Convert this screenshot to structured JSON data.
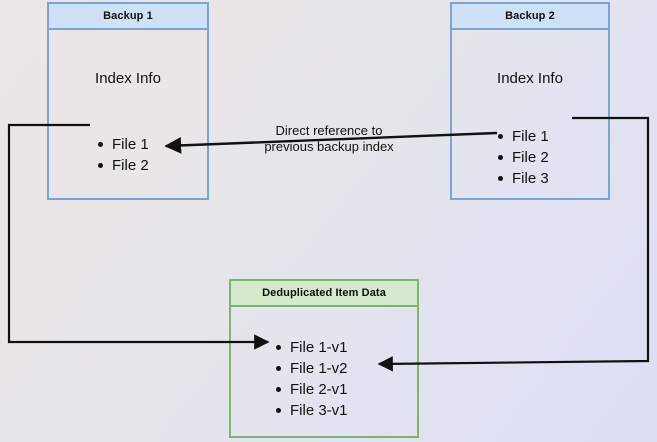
{
  "diagram": {
    "title_hidden": "",
    "background": {
      "gradient_from": "#e9e7e7",
      "gradient_to": "#dcdef5"
    },
    "colors": {
      "blue_border": "#7ba3d4",
      "blue_header_fill": "#cfe1f6",
      "green_border": "#7cb56c",
      "green_header_fill": "#d6e9cd",
      "line": "#111111",
      "text": "#111111"
    },
    "boxes": [
      {
        "id": "backup-1",
        "header": "Backup 1",
        "section_label": "Index Info",
        "items": [
          "File 1",
          "File 2"
        ]
      },
      {
        "id": "backup-2",
        "header": "Backup 2",
        "section_label": "Index Info",
        "items": [
          "File 1",
          "File 2",
          "File 3"
        ]
      },
      {
        "id": "deduplicated-item-data",
        "header": "Deduplicated Item Data",
        "section_label": "",
        "items": [
          "File 1-v1",
          "File 1-v2",
          "File 2-v1",
          "File 3-v1"
        ]
      }
    ],
    "annotations": [
      {
        "id": "direct-reference",
        "text": "Direct reference to\nprevious backup index"
      }
    ],
    "connectors": [
      {
        "id": "backup1-file1-to-dedup",
        "from": "Backup 1 / File 1",
        "to": "Deduplicated Item Data / File 1-v1",
        "arrowhead": "end"
      },
      {
        "id": "backup2-file1-to-dedup",
        "from": "Backup 2 / File 1",
        "to": "Deduplicated Item Data / File 1-v2",
        "arrowhead": "end"
      },
      {
        "id": "backup2-index-to-backup1-index",
        "from": "Backup 2 / File 2",
        "to": "Backup 1 / File 2",
        "arrowhead": "end"
      }
    ]
  }
}
